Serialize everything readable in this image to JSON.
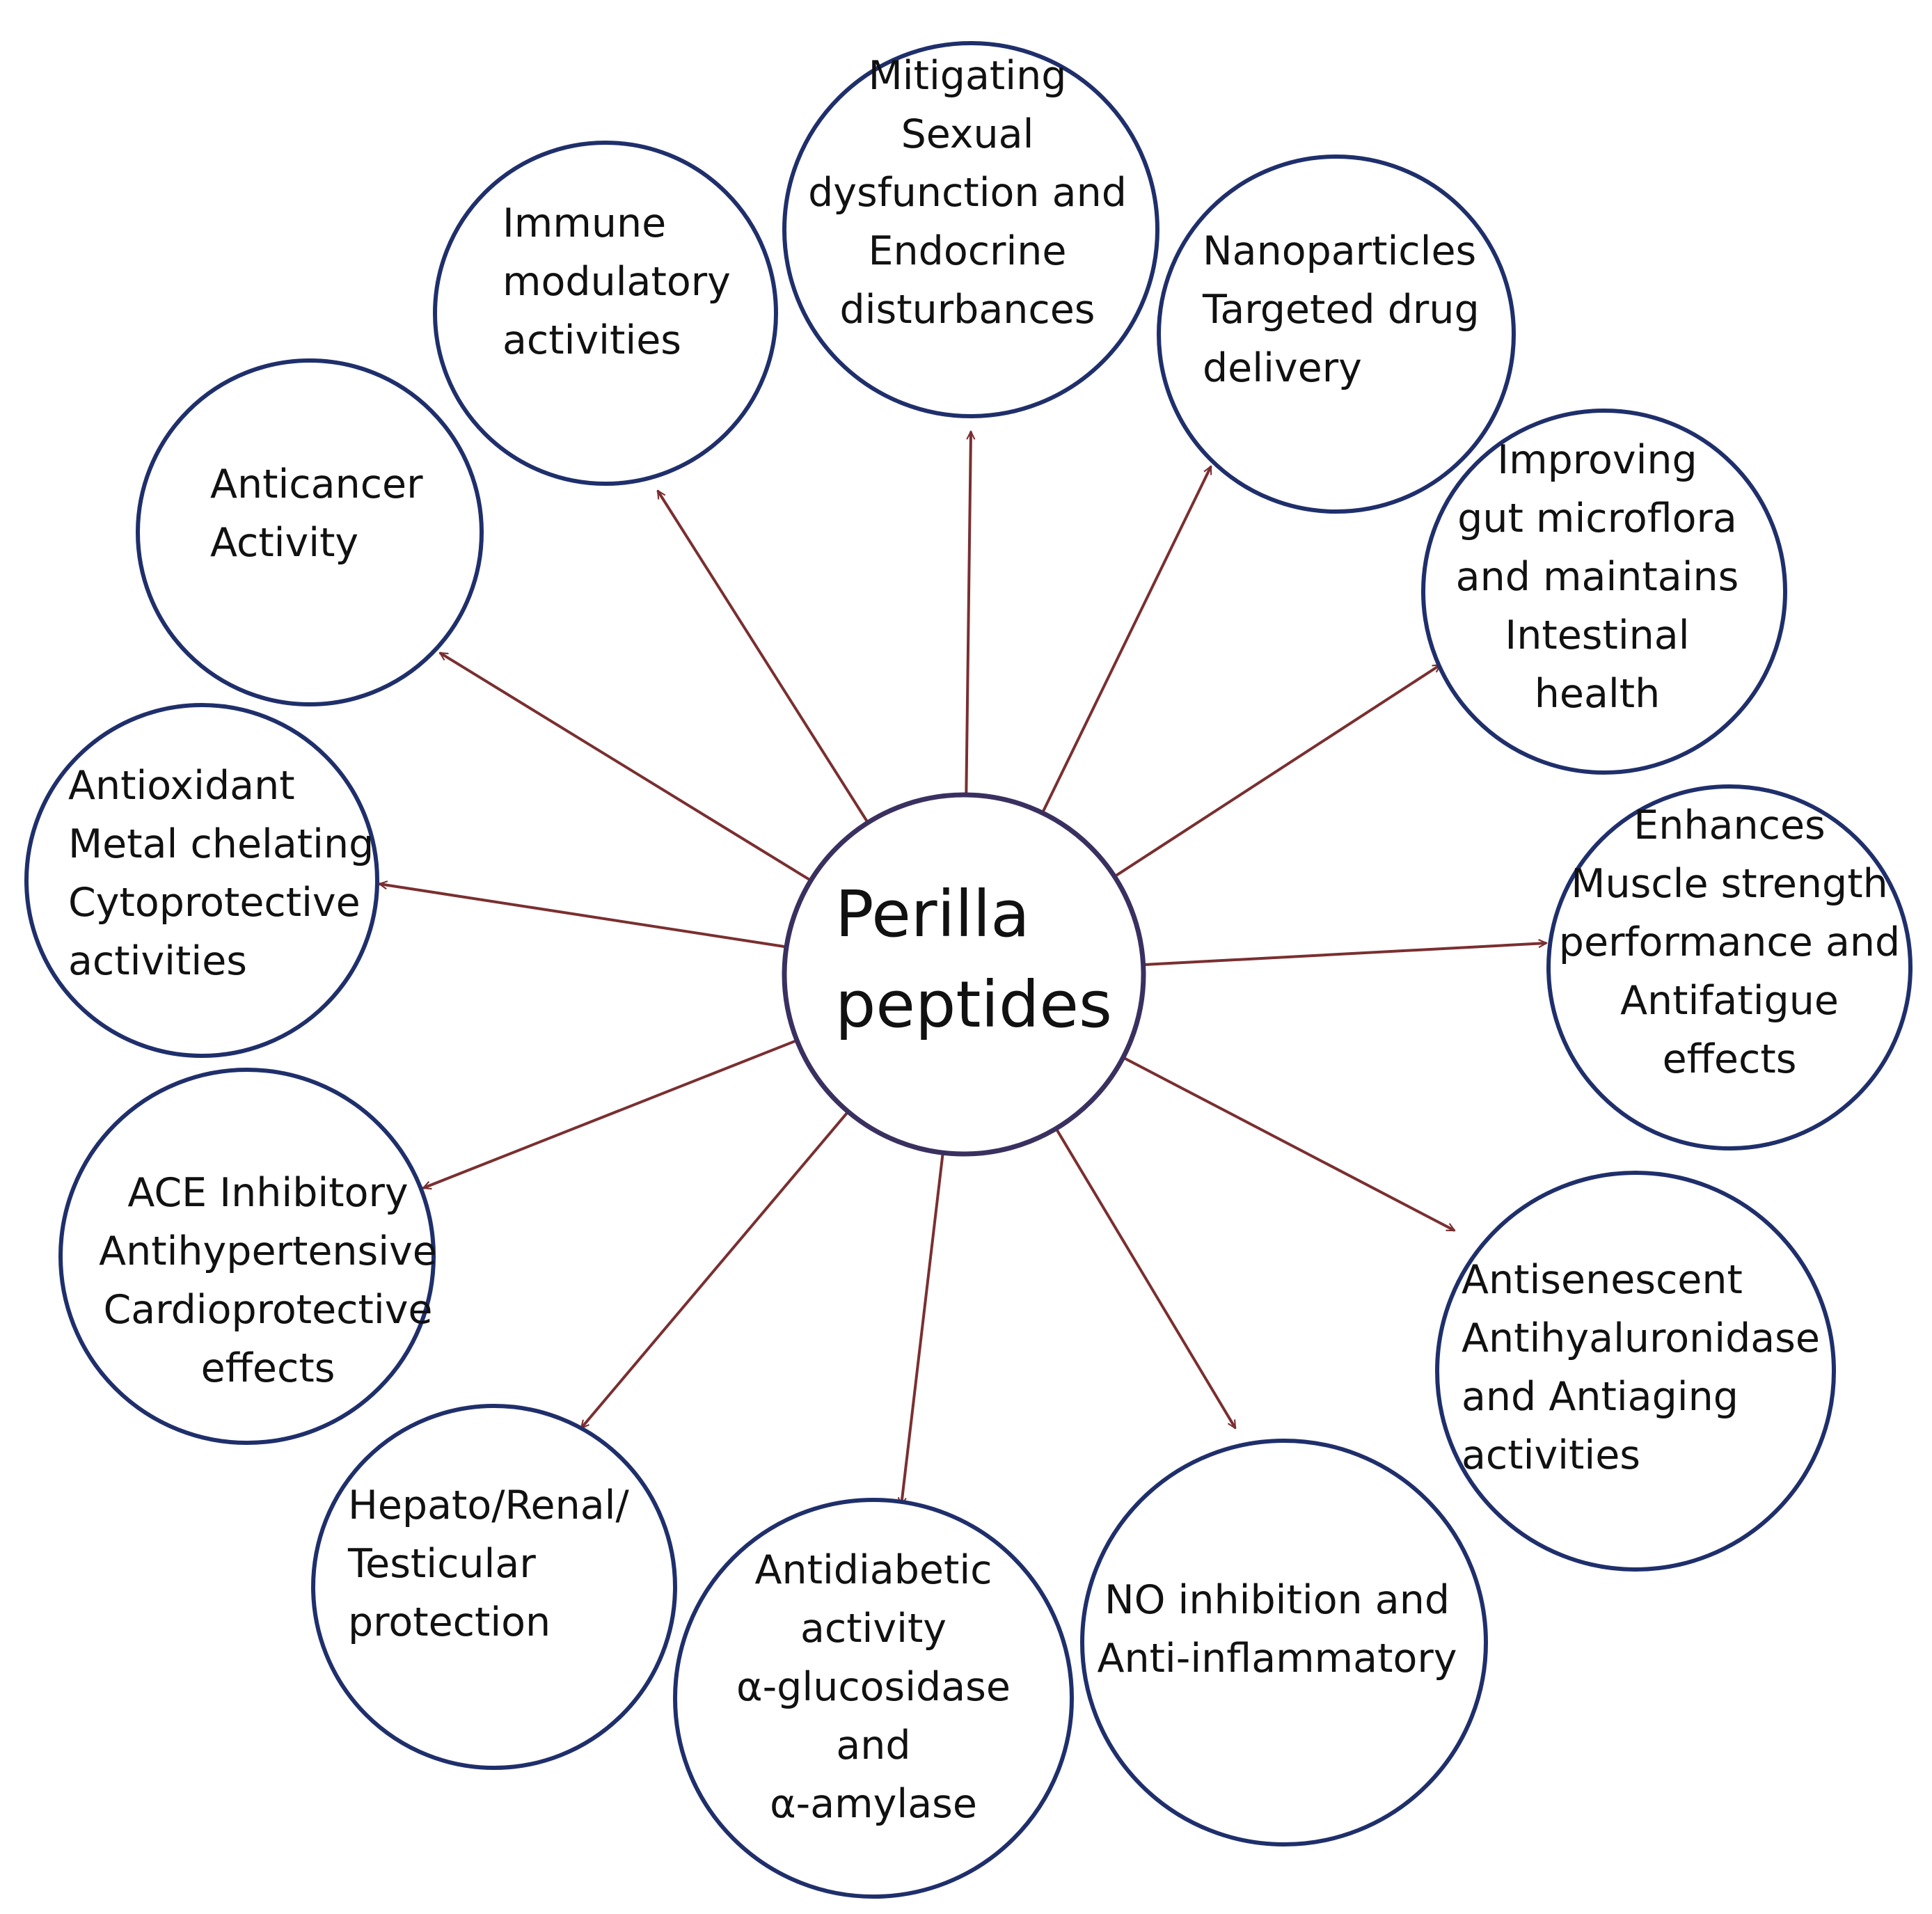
{
  "center": {
    "lines": [
      "Perilla",
      "peptides"
    ]
  },
  "colors": {
    "circle_stroke": "#1f2f6b",
    "center_stroke": "#3a3060",
    "arrow": "#7a2f30"
  },
  "nodes": [
    {
      "id": "mitigating",
      "lines": [
        "Mitigating",
        "Sexual",
        "dysfunction and",
        "Endocrine",
        "disturbances"
      ]
    },
    {
      "id": "nanoparticles",
      "lines": [
        "Nanoparticles",
        "Targeted drug",
        "delivery"
      ]
    },
    {
      "id": "gut",
      "lines": [
        "Improving",
        "gut  microflora",
        "and maintains",
        "Intestinal",
        "health"
      ]
    },
    {
      "id": "muscle",
      "lines": [
        "Enhances",
        "Muscle strength",
        "performance and",
        "Antifatigue",
        "effects"
      ]
    },
    {
      "id": "antisenescent",
      "lines": [
        "Antisenescent",
        "Antihyaluronidase",
        "and Antiaging",
        "activities"
      ]
    },
    {
      "id": "no-inhibition",
      "lines": [
        "NO inhibition and",
        "Anti-inflammatory"
      ]
    },
    {
      "id": "antidiabetic",
      "lines": [
        "Antidiabetic",
        "activity",
        "α-glucosidase",
        "and",
        "α-amylase"
      ]
    },
    {
      "id": "hepato",
      "lines": [
        "Hepato/Renal/",
        "Testicular",
        "protection"
      ]
    },
    {
      "id": "ace",
      "lines": [
        "ACE Inhibitory",
        "Antihypertensive",
        "Cardioprotective",
        "effects"
      ]
    },
    {
      "id": "antioxidant",
      "lines": [
        "Antioxidant",
        "Metal chelating",
        "Cytoprotective",
        "activities"
      ]
    },
    {
      "id": "anticancer",
      "lines": [
        "Anticancer",
        "Activity"
      ]
    },
    {
      "id": "immune",
      "lines": [
        "Immune",
        "modulatory",
        "activities"
      ]
    }
  ]
}
